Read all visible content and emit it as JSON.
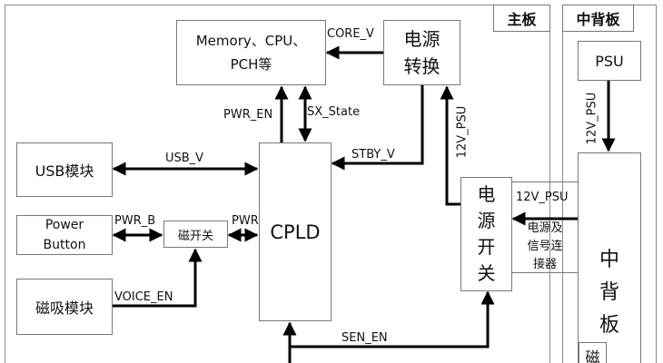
{
  "frames": {
    "main_board": "主板",
    "mid_backplane": "中背板"
  },
  "blocks": {
    "memory": "Memory、CPU、PCH等",
    "power_convert": "电源转换",
    "cpld": "CPLD",
    "usb": "USB模块",
    "power_button": "Power Button",
    "mag_switch": "磁开关",
    "mag_module": "磁吸模块",
    "power_switch": "电源开关",
    "connector": "电源及信号连接器",
    "psu": "PSU",
    "midboard": "中背板",
    "mag_partial": "磁"
  },
  "signals": {
    "core_v": "CORE_V",
    "pwr_en": "PWR_EN",
    "sx_state": "SX_State",
    "stby_v": "STBY_V",
    "v12_psu_main": "12V_PSU",
    "usb_v": "USB_V",
    "pwr_b": "PWR_B",
    "pwr": "PWR",
    "voice_en": "VOICE_EN",
    "sen_en": "SEN_EN",
    "v12_psu_conn": "12V_PSU",
    "v12_psu_mid": "12V_PSU"
  }
}
